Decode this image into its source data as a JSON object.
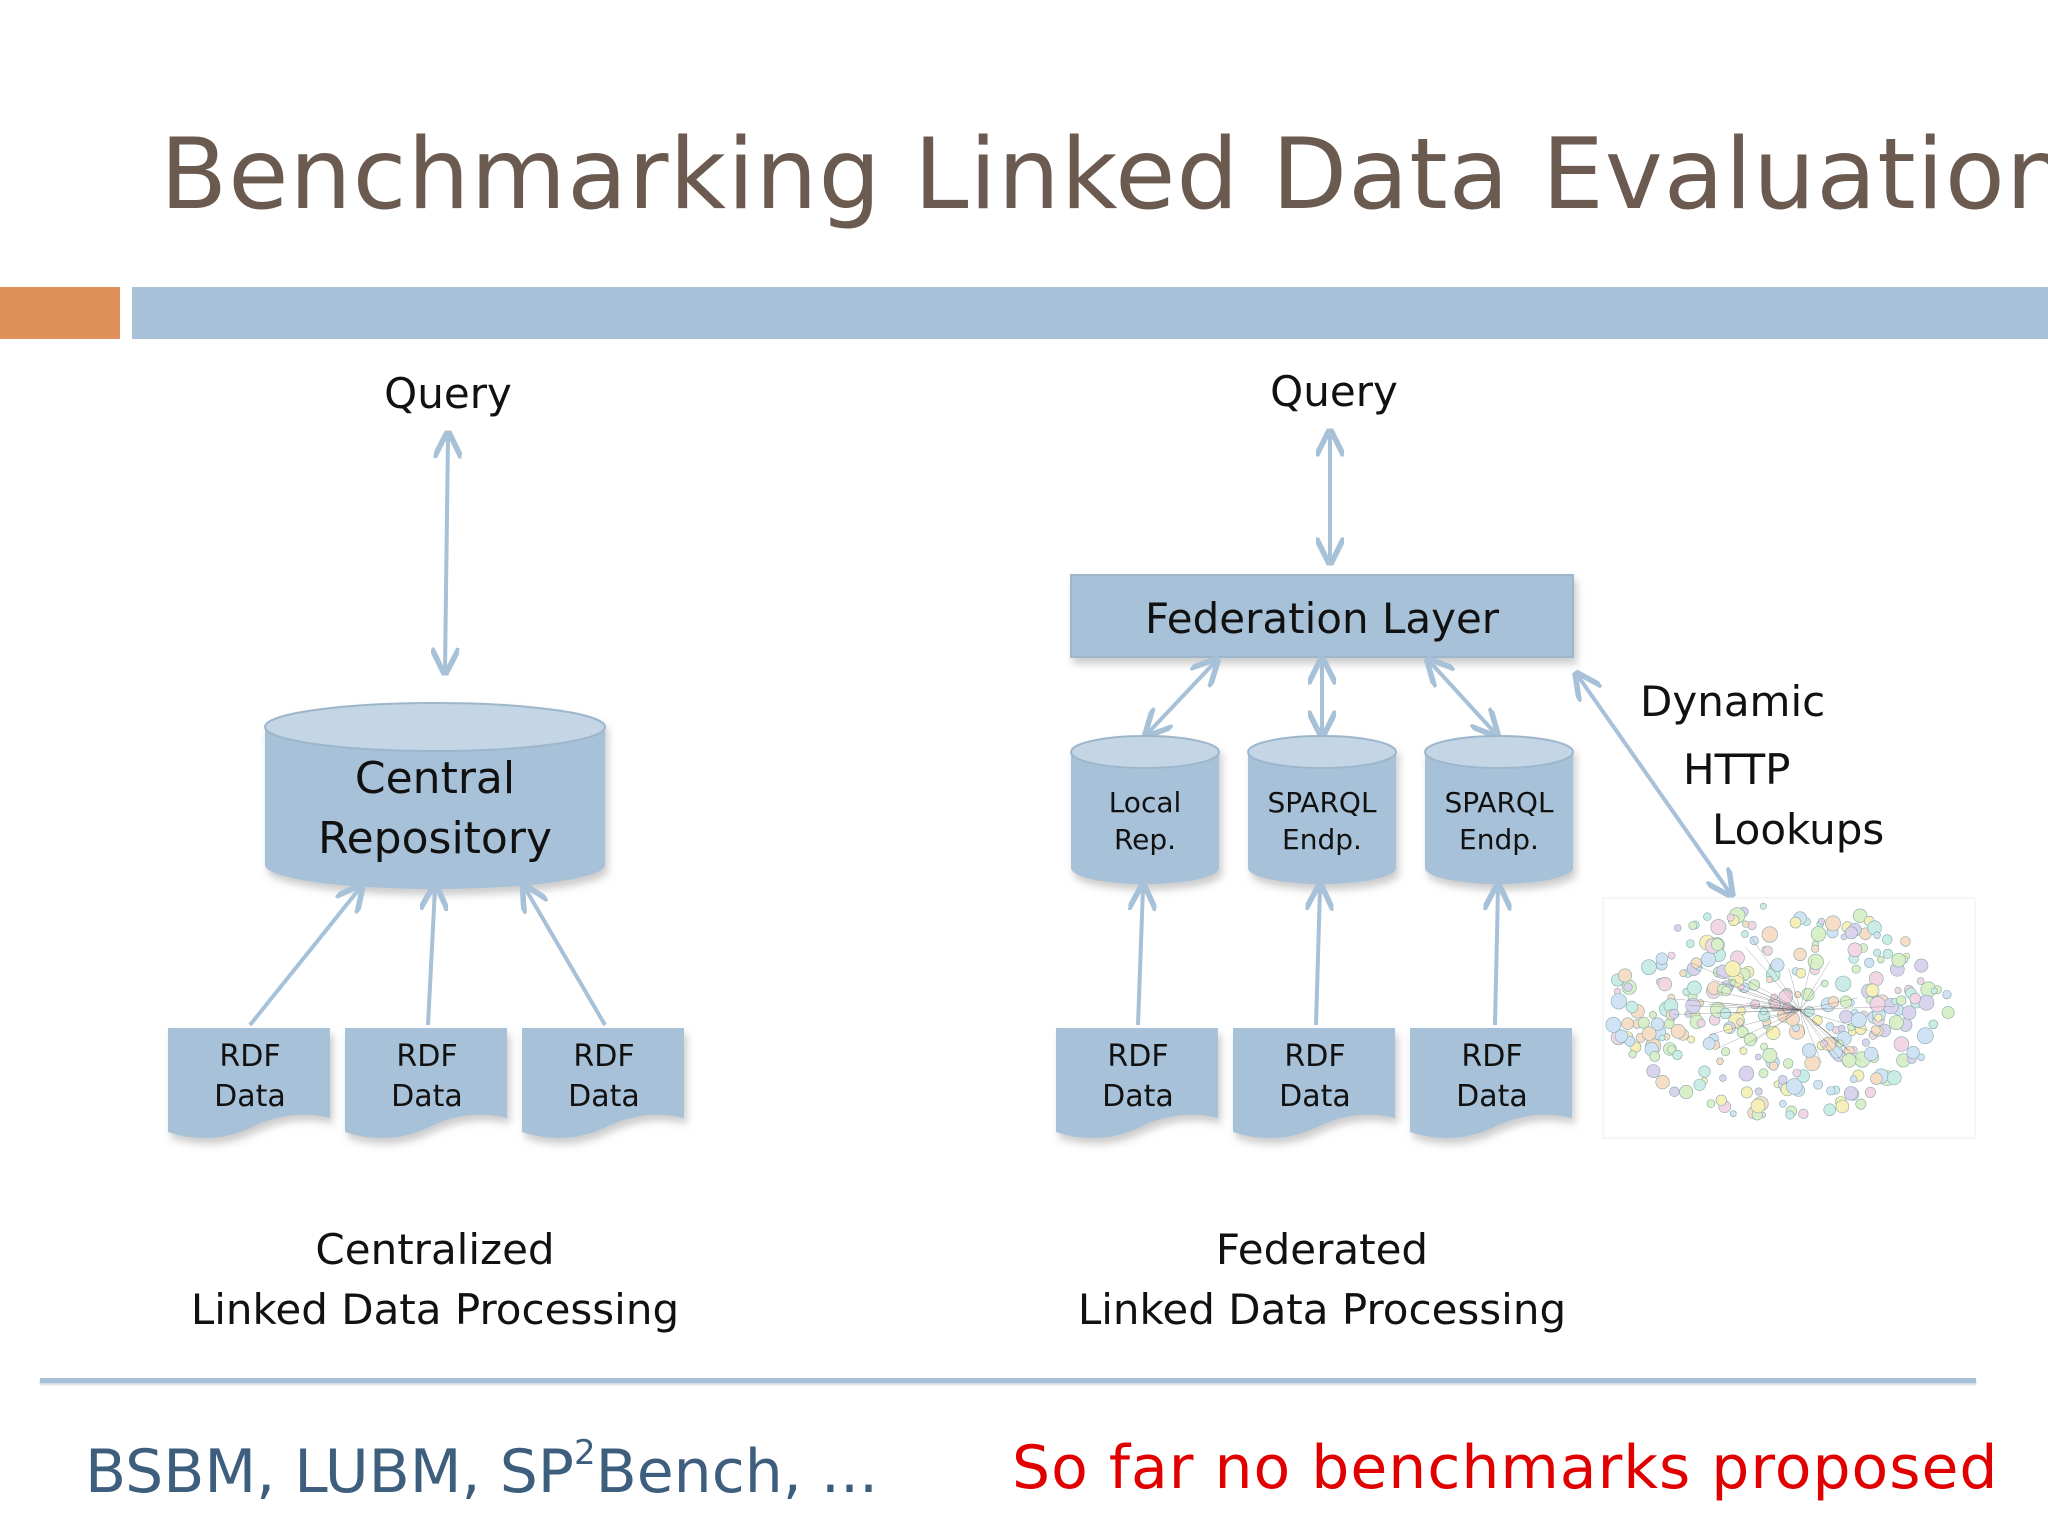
{
  "title": "Benchmarking Linked Data Evaluation",
  "left_panel": {
    "query": "Query",
    "repository": [
      "Central",
      "Repository"
    ],
    "rdf_docs": [
      [
        "RDF",
        "Data"
      ],
      [
        "RDF",
        "Data"
      ],
      [
        "RDF",
        "Data"
      ]
    ],
    "caption": [
      "Centralized",
      "Linked Data Processing"
    ]
  },
  "right_panel": {
    "query": "Query",
    "federation_layer": "Federation Layer",
    "stores": [
      [
        "Local",
        "Rep."
      ],
      [
        "SPARQL",
        "Endp."
      ],
      [
        "SPARQL",
        "Endp."
      ]
    ],
    "rdf_docs": [
      [
        "RDF",
        "Data"
      ],
      [
        "RDF",
        "Data"
      ],
      [
        "RDF",
        "Data"
      ]
    ],
    "dynamic_lookup": [
      "Dynamic",
      "HTTP",
      "Lookups"
    ],
    "caption": [
      "Federated",
      "Linked Data Processing"
    ]
  },
  "footer": {
    "left_prefix": "BSBM, LUBM, SP",
    "left_sup": "2",
    "left_suffix": "Bench, ...",
    "right": "So far no benchmarks proposed"
  },
  "colors": {
    "title": "#6b5a4f",
    "box_fill": "#a7c1d8",
    "accent_orange": "#e0915a",
    "footer_left": "#3e5e7e",
    "footer_right": "#e00000"
  }
}
